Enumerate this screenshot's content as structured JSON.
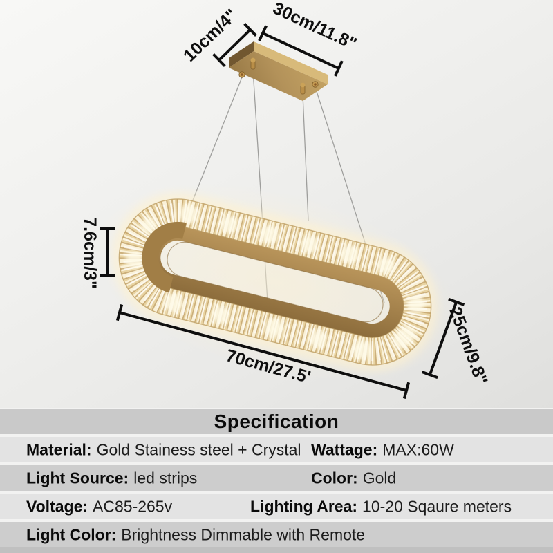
{
  "product": {
    "name": "oval-crystal-chandelier",
    "scene": "gold ceiling canopy with four suspension wires holding a lit oval crystal ring"
  },
  "dimensions": {
    "canopy_depth": "10cm/4\"",
    "canopy_width": "30cm/11.8\"",
    "ring_band_height": "7.6cm/3\"",
    "ring_length": "70cm/27.5'",
    "ring_width": "25cm/9.8\""
  },
  "colors": {
    "gold_metal": "#ab8a52",
    "gold_light": "#d8ba7a",
    "gold_dark": "#715730",
    "crystal_base": "#e8d3a2",
    "crystal_bright": "#faf1d8",
    "glow": "#fff9e6",
    "dimension_line": "#0e0e0e",
    "table_row_dark": "#cdcdcd",
    "table_row_light": "#e3e3e3",
    "table_header": "#c9c9c9"
  },
  "spec_table": {
    "title": "Specification",
    "rows": [
      {
        "cells": [
          {
            "label": "Material:",
            "value": "Gold Stainess steel + Crystal"
          },
          {
            "label": "Wattage:",
            "value": "MAX:60W"
          }
        ]
      },
      {
        "cells": [
          {
            "label": "Light Source:",
            "value": "led strips"
          },
          {
            "label": "Color:",
            "value": "Gold"
          }
        ]
      },
      {
        "cells": [
          {
            "label": "Voltage:",
            "value": "AC85-265v"
          },
          {
            "label": "Lighting Area:",
            "value": "10-20 Sqaure meters"
          }
        ]
      },
      {
        "cells": [
          {
            "label": "Light Color:",
            "value": "Brightness Dimmable with Remote"
          }
        ]
      }
    ]
  }
}
